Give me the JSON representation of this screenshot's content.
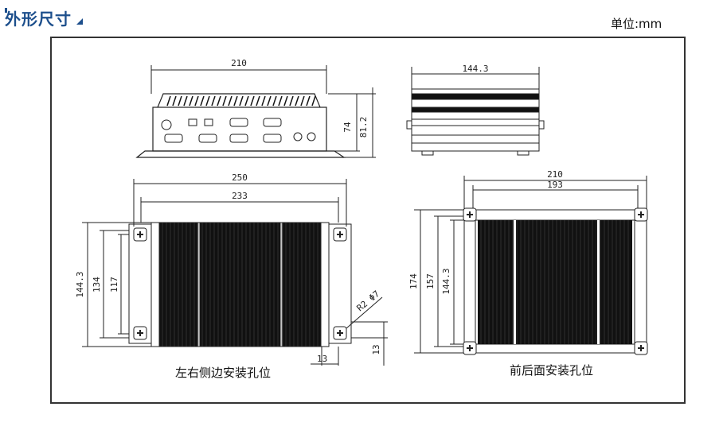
{
  "header": {
    "title": "外形尺寸",
    "unit": "单位:mm"
  },
  "front_view": {
    "width": "210",
    "height_a": "74",
    "height_b": "81.2"
  },
  "side_view": {
    "width": "144.3"
  },
  "bottom_left_view": {
    "width_outer": "250",
    "width_inner": "233",
    "depth": "144.3",
    "hole_span": "134",
    "hole_inner": "117",
    "radius": "R2 Φ7",
    "offset_a": "13",
    "offset_b": "13",
    "caption": "左右侧边安装孔位"
  },
  "bottom_right_view": {
    "width_outer": "210",
    "width_inner": "193",
    "depth_outer": "174",
    "depth_inner": "157",
    "depth_body": "144.3",
    "caption": "前后面安装孔位"
  },
  "colors": {
    "title": "#1d4f8c",
    "fin": "#111111"
  }
}
